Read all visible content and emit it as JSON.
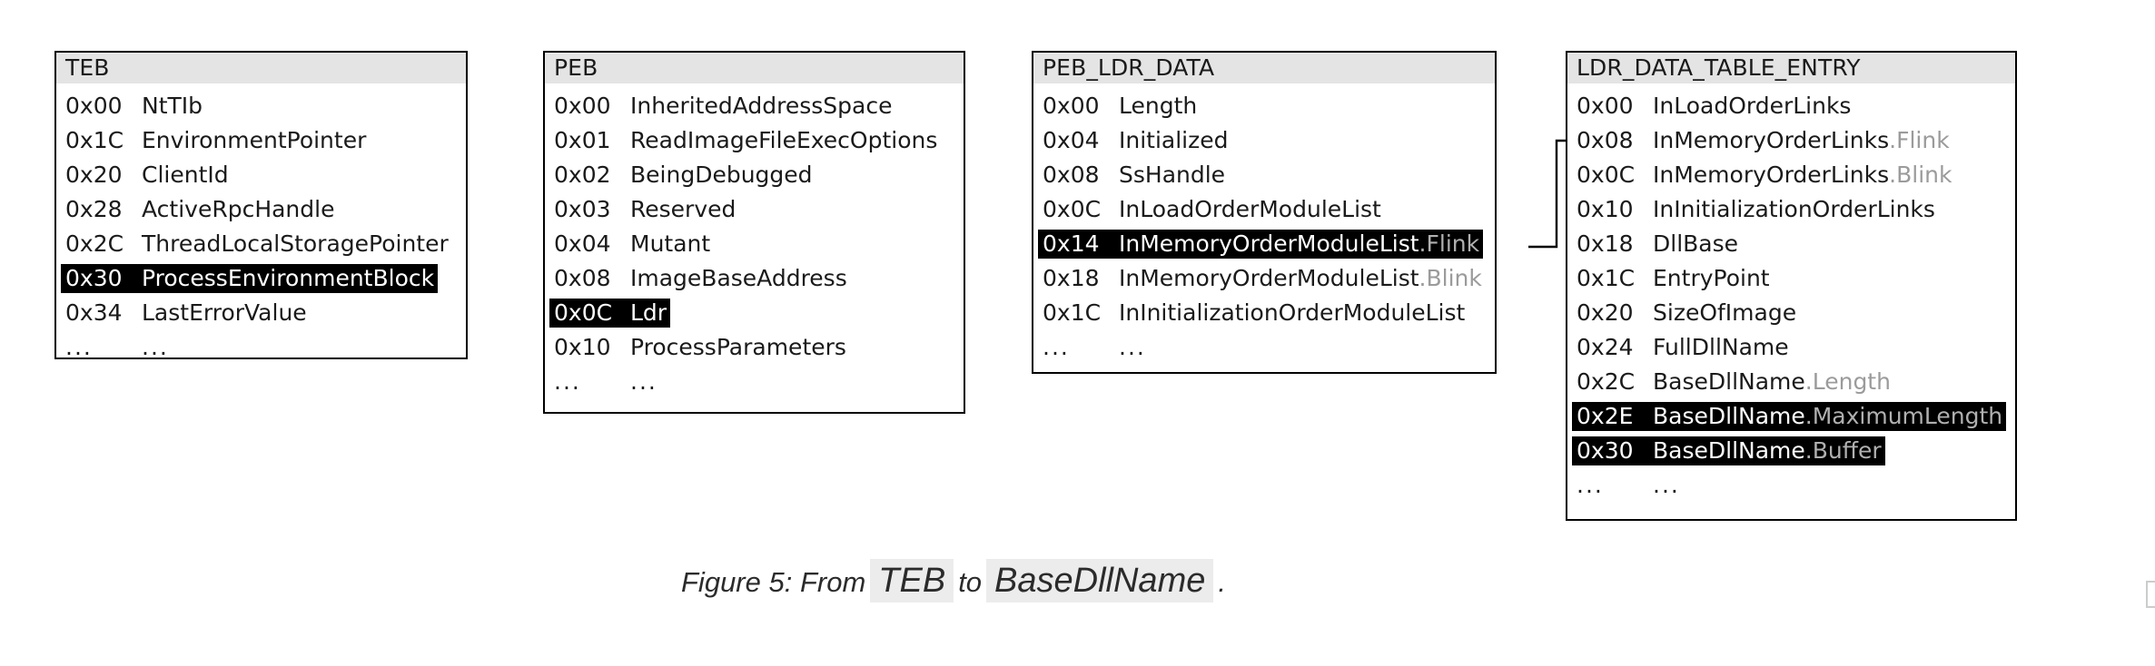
{
  "figure": {
    "caption_prefix": "Figure 5: From",
    "caption_code_1": "TEB",
    "caption_mid": "to",
    "caption_code_2": "BaseDllName",
    "caption_period": "."
  },
  "colors": {
    "header_bg": "#e4e4e4",
    "border": "#000000",
    "highlight_bg": "#000000",
    "highlight_fg": "#ffffff",
    "suffix_gray": "#9b9b9b",
    "caption_code_bg": "#ececec"
  },
  "structs": [
    {
      "name": "TEB",
      "title": "TEB",
      "rows": [
        {
          "offset": "0x00",
          "field": "NtTIb",
          "suffix": "",
          "highlight": false
        },
        {
          "offset": "0x1C",
          "field": "EnvironmentPointer",
          "suffix": "",
          "highlight": false
        },
        {
          "offset": "0x20",
          "field": "ClientId",
          "suffix": "",
          "highlight": false
        },
        {
          "offset": "0x28",
          "field": "ActiveRpcHandle",
          "suffix": "",
          "highlight": false
        },
        {
          "offset": "0x2C",
          "field": "ThreadLocalStoragePointer",
          "suffix": "",
          "highlight": false
        },
        {
          "offset": "0x30",
          "field": "ProcessEnvironmentBlock",
          "suffix": "",
          "highlight": true
        },
        {
          "offset": "0x34",
          "field": "LastErrorValue",
          "suffix": "",
          "highlight": false
        },
        {
          "offset": "...",
          "field": "...",
          "suffix": "",
          "highlight": false
        }
      ]
    },
    {
      "name": "PEB",
      "title": "PEB",
      "rows": [
        {
          "offset": "0x00",
          "field": "InheritedAddressSpace",
          "suffix": "",
          "highlight": false
        },
        {
          "offset": "0x01",
          "field": "ReadImageFileExecOptions",
          "suffix": "",
          "highlight": false
        },
        {
          "offset": "0x02",
          "field": "BeingDebugged",
          "suffix": "",
          "highlight": false
        },
        {
          "offset": "0x03",
          "field": "Reserved",
          "suffix": "",
          "highlight": false
        },
        {
          "offset": "0x04",
          "field": "Mutant",
          "suffix": "",
          "highlight": false
        },
        {
          "offset": "0x08",
          "field": "ImageBaseAddress",
          "suffix": "",
          "highlight": false
        },
        {
          "offset": "0x0C",
          "field": "Ldr",
          "suffix": "",
          "highlight": true
        },
        {
          "offset": "0x10",
          "field": "ProcessParameters",
          "suffix": "",
          "highlight": false
        },
        {
          "offset": "...",
          "field": "...",
          "suffix": "",
          "highlight": false
        }
      ]
    },
    {
      "name": "PEB_LDR_DATA",
      "title": "PEB_LDR_DATA",
      "rows": [
        {
          "offset": "0x00",
          "field": "Length",
          "suffix": "",
          "highlight": false
        },
        {
          "offset": "0x04",
          "field": "Initialized",
          "suffix": "",
          "highlight": false
        },
        {
          "offset": "0x08",
          "field": "SsHandle",
          "suffix": "",
          "highlight": false
        },
        {
          "offset": "0x0C",
          "field": "InLoadOrderModuleList",
          "suffix": "",
          "highlight": false
        },
        {
          "offset": "0x14",
          "field": "InMemoryOrderModuleList",
          "suffix": ".Flink",
          "highlight": true
        },
        {
          "offset": "0x18",
          "field": "InMemoryOrderModuleList",
          "suffix": ".Blink",
          "highlight": false
        },
        {
          "offset": "0x1C",
          "field": "InInitializationOrderModuleList",
          "suffix": "",
          "highlight": false
        },
        {
          "offset": "...",
          "field": "...",
          "suffix": "",
          "highlight": false
        }
      ]
    },
    {
      "name": "LDR_DATA_TABLE_ENTRY",
      "title": "LDR_DATA_TABLE_ENTRY",
      "rows": [
        {
          "offset": "0x00",
          "field": "InLoadOrderLinks",
          "suffix": "",
          "highlight": false
        },
        {
          "offset": "0x08",
          "field": "InMemoryOrderLinks",
          "suffix": ".Flink",
          "highlight": false
        },
        {
          "offset": "0x0C",
          "field": "InMemoryOrderLinks",
          "suffix": ".Blink",
          "highlight": false
        },
        {
          "offset": "0x10",
          "field": "InInitializationOrderLinks",
          "suffix": "",
          "highlight": false
        },
        {
          "offset": "0x18",
          "field": "DllBase",
          "suffix": "",
          "highlight": false
        },
        {
          "offset": "0x1C",
          "field": "EntryPoint",
          "suffix": "",
          "highlight": false
        },
        {
          "offset": "0x20",
          "field": "SizeOfImage",
          "suffix": "",
          "highlight": false
        },
        {
          "offset": "0x24",
          "field": "FullDllName",
          "suffix": "",
          "highlight": false
        },
        {
          "offset": "0x2C",
          "field": "BaseDllName",
          "suffix": ".Length",
          "highlight": false
        },
        {
          "offset": "0x2E",
          "field": "BaseDllName",
          "suffix": ".MaximumLength",
          "highlight": true
        },
        {
          "offset": "0x30",
          "field": "BaseDllName",
          "suffix": ".Buffer",
          "highlight": true
        },
        {
          "offset": "...",
          "field": "...",
          "suffix": "",
          "highlight": false
        }
      ]
    }
  ],
  "connectors": [
    {
      "name": "teb-peb-arrow",
      "from": "TEB.ProcessEnvironmentBlock",
      "to": "PEB"
    },
    {
      "name": "peb-ldr-arrow",
      "from": "PEB.Ldr",
      "to": "PEB_LDR_DATA"
    },
    {
      "name": "ldrdata-entry-arrow",
      "from": "PEB_LDR_DATA.InMemoryOrderModuleList.Flink",
      "to": "LDR_DATA_TABLE_ENTRY.InMemoryOrderLinks.Flink"
    }
  ]
}
